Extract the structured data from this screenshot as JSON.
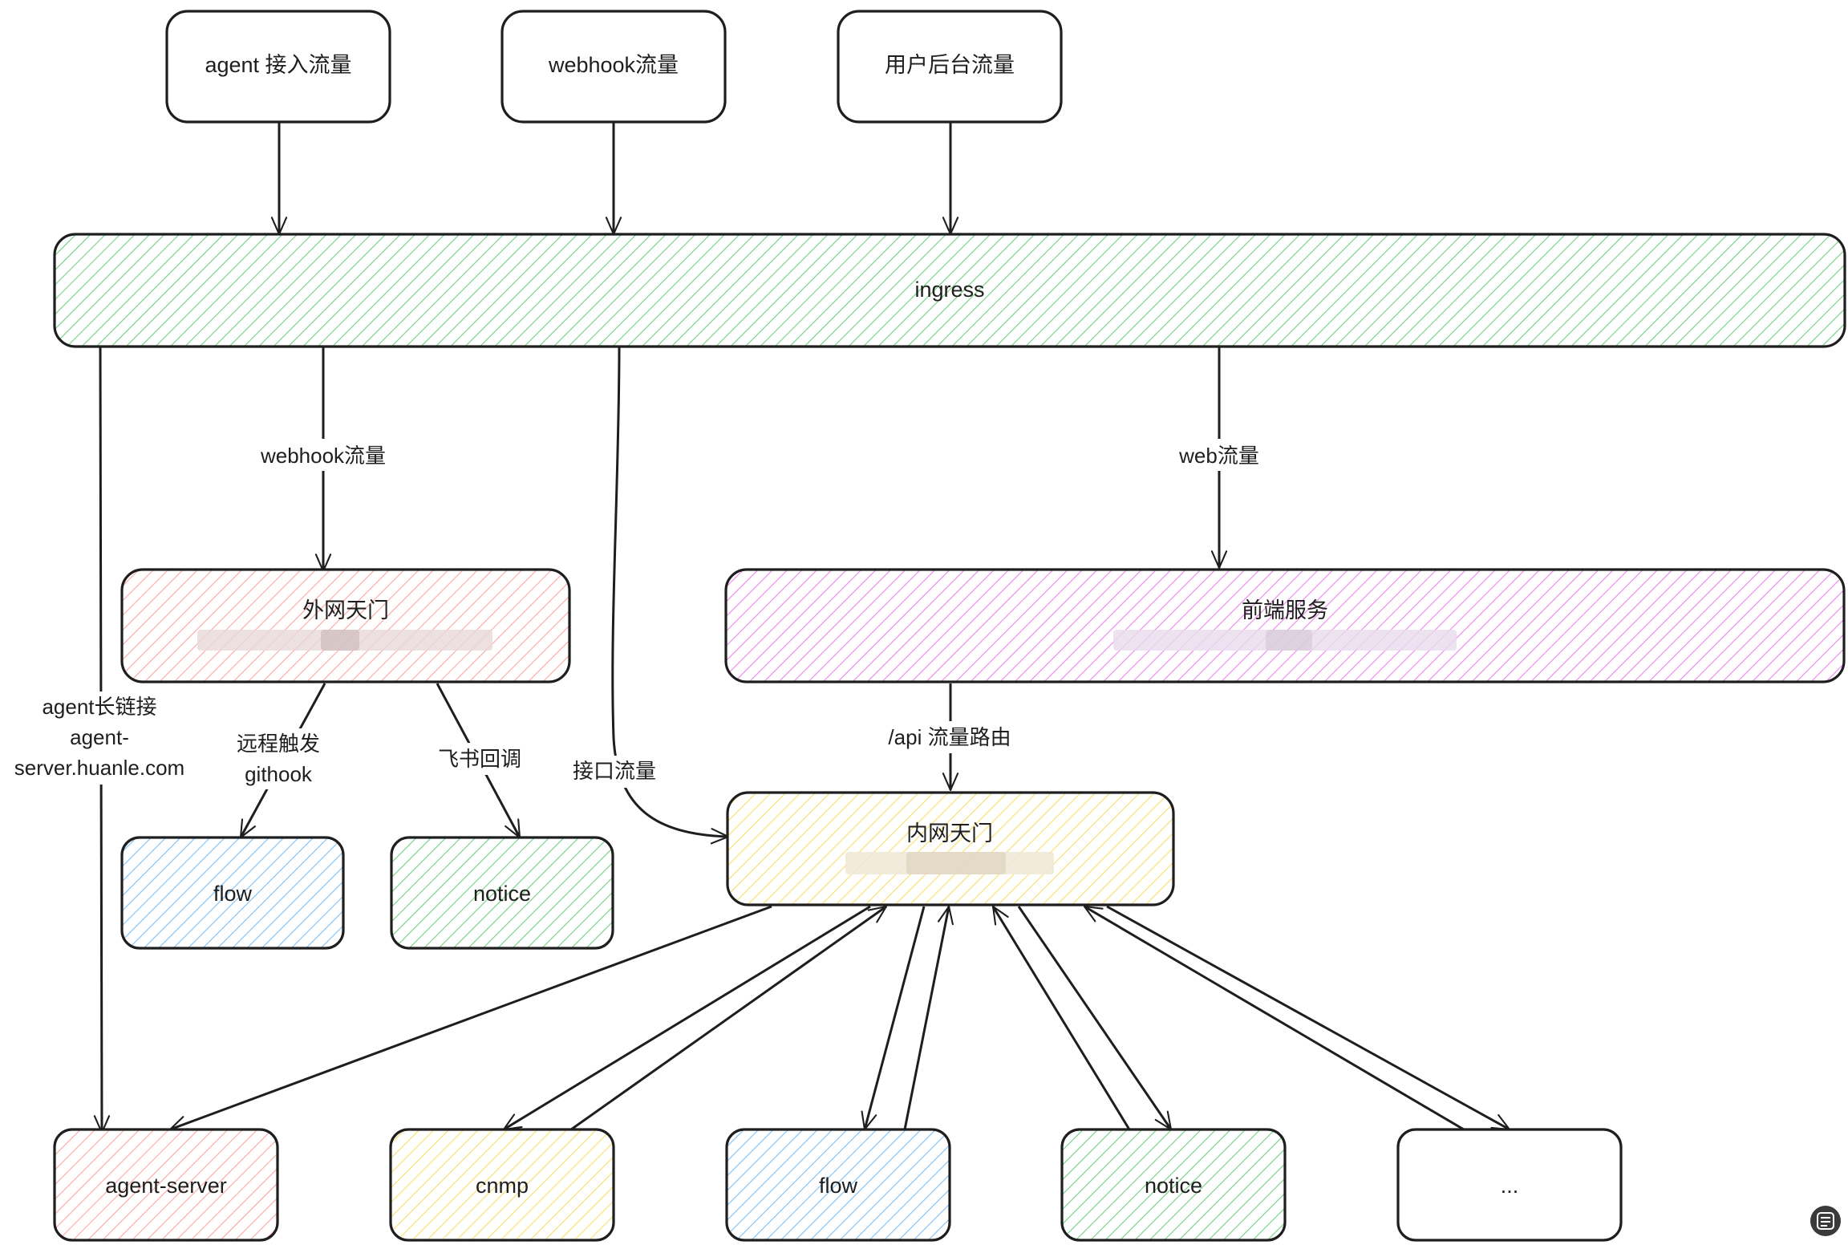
{
  "colors": {
    "stroke": "#1e1e1e",
    "green_hatch": "#40c057",
    "red_hatch": "#ff8787",
    "purple_hatch": "#e64ee6",
    "yellow_hatch": "#f5d742",
    "blue_hatch": "#4dabf7"
  },
  "top": {
    "agent_traffic": "agent 接入流量",
    "webhook_traffic": "webhook流量",
    "admin_traffic": "用户后台流量"
  },
  "ingress": {
    "label": "ingress"
  },
  "edges": {
    "webhook": "webhook流量",
    "web": "web流量",
    "agent_long_line1": "agent长链接",
    "agent_long_line2": "agent-",
    "agent_long_line3": "server.huanle.com",
    "remote_line1": "远程触发",
    "remote_line2": "githook",
    "feishu": "飞书回调",
    "api_route": "/api 流量路由",
    "interface": "接口流量"
  },
  "middle": {
    "external_gateway": "外网天门",
    "frontend": "前端服务",
    "internal_gateway": "内网天门"
  },
  "left_services": {
    "flow": "flow",
    "notice": "notice"
  },
  "bottom": {
    "agent_server": "agent-server",
    "cnmp": "cnmp",
    "flow": "flow",
    "notice": "notice",
    "more": "..."
  },
  "icons": {
    "corner": "scan-text-icon"
  }
}
